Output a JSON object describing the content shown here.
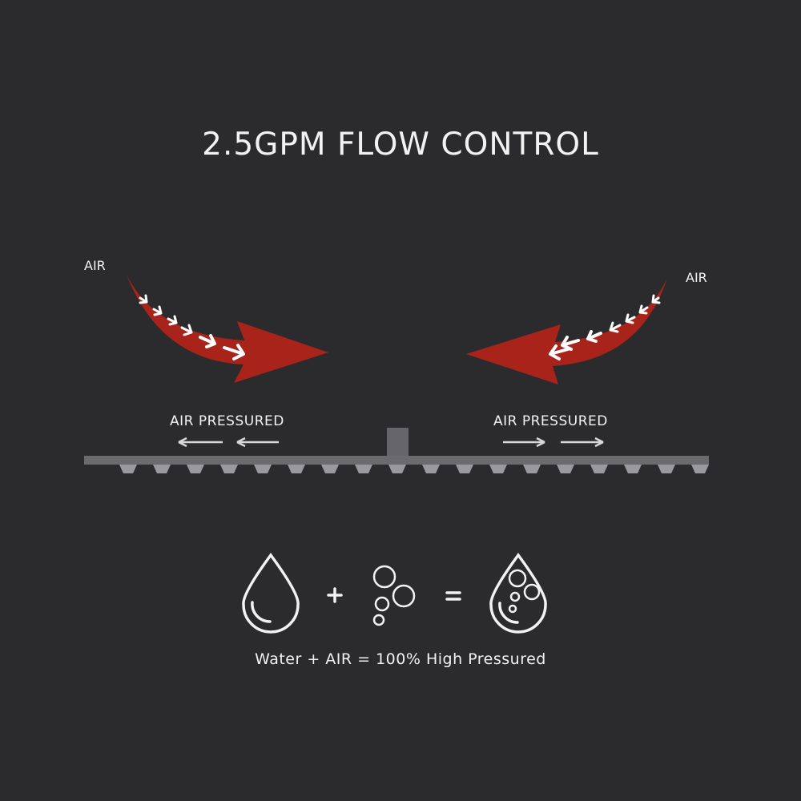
{
  "title": "2.5GPM FLOW CONTROL",
  "labels": {
    "air_left": "AIR",
    "air_right": "AIR",
    "pressured_left": "AIR PRESSURED",
    "pressured_right": "AIR PRESSURED"
  },
  "equation": {
    "plus": "+",
    "equals": "="
  },
  "caption": "Water + AIR = 100% High Pressured",
  "colors": {
    "background": "#2b2b2d",
    "arrow": "#a8231a",
    "bar": "#6b6b6e",
    "text": "#f2f2f2"
  },
  "icons": [
    "air-flow-arrow-left",
    "air-flow-arrow-right",
    "shower-head",
    "water-drop-icon",
    "bubbles-icon",
    "water-drop-with-bubbles-icon"
  ]
}
